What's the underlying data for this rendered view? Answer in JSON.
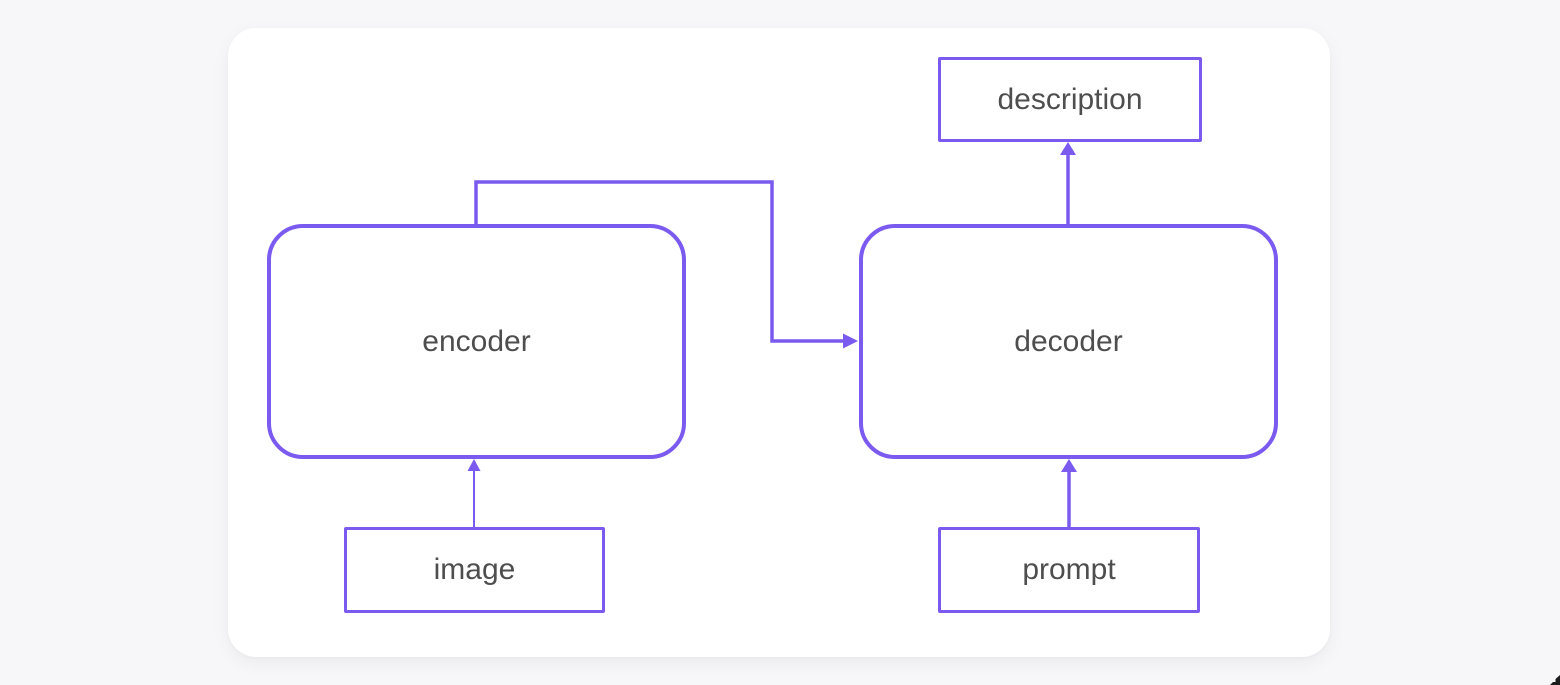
{
  "app": {
    "background_color": "#f7f7f9",
    "card_color": "#ffffff"
  },
  "theme": {
    "accent_color": "#7b5af0",
    "label_color": "#4e4e4e"
  },
  "diagram": {
    "nodes": {
      "description": {
        "label": "description",
        "shape": "rectangle"
      },
      "encoder": {
        "label": "encoder",
        "shape": "rounded-rectangle"
      },
      "decoder": {
        "label": "decoder",
        "shape": "rounded-rectangle"
      },
      "image": {
        "label": "image",
        "shape": "rectangle"
      },
      "prompt": {
        "label": "prompt",
        "shape": "rectangle"
      }
    },
    "edges": [
      {
        "from": "image",
        "to": "encoder",
        "style": "thin-straight-arrow"
      },
      {
        "from": "encoder",
        "to": "decoder",
        "style": "elbow-arrow"
      },
      {
        "from": "prompt",
        "to": "decoder",
        "style": "straight-arrow"
      },
      {
        "from": "decoder",
        "to": "description",
        "style": "straight-arrow"
      }
    ]
  }
}
